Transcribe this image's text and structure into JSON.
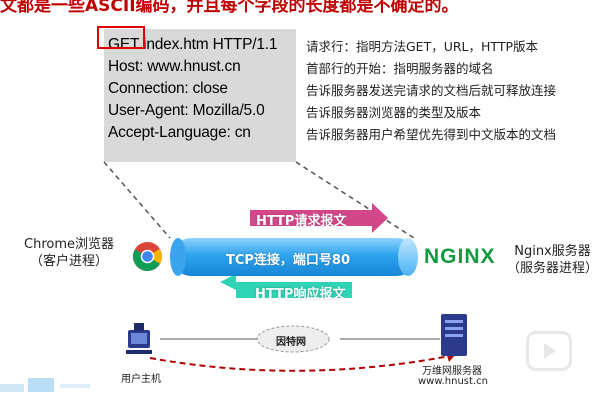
{
  "banner": {
    "text": "文都是一些ASCII编码，并且每个字段的长度都是不确定的。"
  },
  "request": {
    "lines": [
      "GET index.htm HTTP/1.1",
      "Host: www.hnust.cn",
      "Connection: close",
      "User-Agent:  Mozilla/5.0",
      "Accept-Language: cn"
    ],
    "descriptions": [
      "请求行：指明方法GET，URL，HTTP版本",
      "首部行的开始：指明服务器的域名",
      "告诉服务器发送完请求的文档后就可释放连接",
      "告诉服务器浏览器的类型及版本",
      "告诉服务器用户希望优先得到中文版本的文档"
    ]
  },
  "arrows": {
    "request": "HTTP请求报文",
    "tcp": "TCP连接，端口号80",
    "response": "HTTP响应报文"
  },
  "client": {
    "line1": "Chrome浏览器",
    "line2": "（客户进程）"
  },
  "server": {
    "line1": "Nginx服务器",
    "line2": "（服务器进程）",
    "logo": "NGINX"
  },
  "network": {
    "cloud": "因特网",
    "host": "用户主机",
    "web_server": "万维网服务器",
    "domain": "www.hnust.cn"
  },
  "colors": {
    "request_arrow": "#d2478a",
    "tcp_tube": "#2ea3ee",
    "response_arrow": "#2fd3b5",
    "highlight": "#e00000",
    "nginx": "#119a3e"
  }
}
